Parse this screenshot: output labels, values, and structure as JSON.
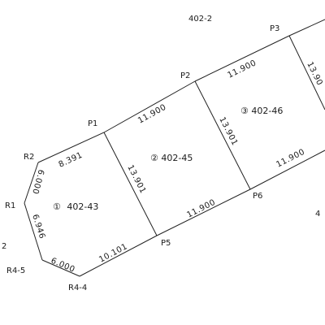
{
  "map": {
    "top_partial_label": "402-2",
    "left_partial_label": "2",
    "right_partial_label": "4",
    "right_partial_dim": "13.90",
    "points": {
      "p1": "P1",
      "p2": "P2",
      "p3": "P3",
      "p5": "P5",
      "p6": "P6",
      "r1": "R1",
      "r2": "R2",
      "r4_4": "R4-4",
      "r4_5": "R4-5"
    },
    "dimensions": {
      "r2_p1": "8.391",
      "p1_p2": "11.900",
      "p2_p3": "11.900",
      "p1_p5": "13.901",
      "p2_p6": "13.901",
      "p6_right": "11.900",
      "p5_p6": "11.900",
      "r4_4_p5": "10.101",
      "r4_5_r4_4": "6.000",
      "r1_r4_5": "6.946",
      "r2_r1": "6.000"
    },
    "lots": {
      "lot_43": {
        "marker": "①",
        "id": "402-43"
      },
      "lot_45": {
        "marker": "②",
        "id": "402-45"
      },
      "lot_46": {
        "marker": "③",
        "id": "402-46"
      }
    }
  }
}
